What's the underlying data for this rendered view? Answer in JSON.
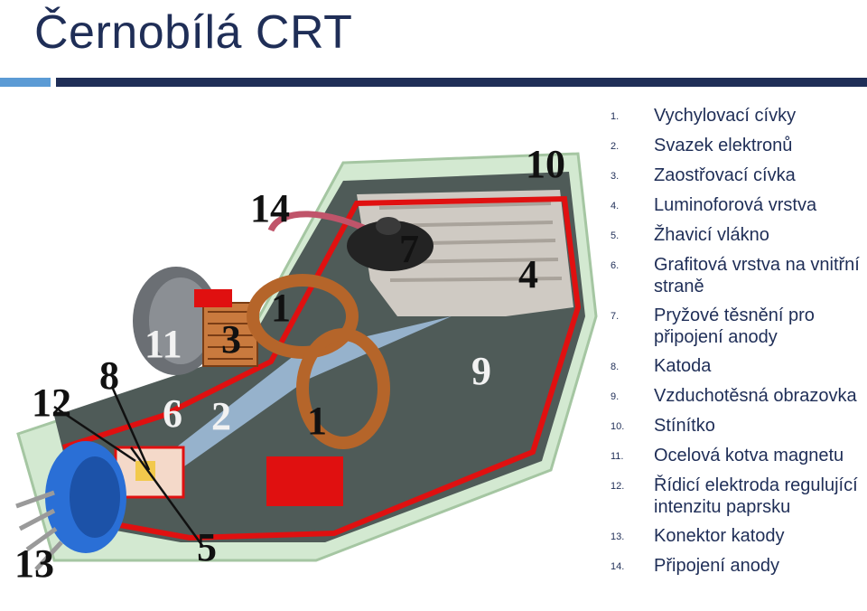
{
  "title": "Černobílá CRT",
  "legend": [
    {
      "num": "1.",
      "text": "Vychylovací cívky"
    },
    {
      "num": "2.",
      "text": "Svazek elektronů"
    },
    {
      "num": "3.",
      "text": "Zaostřovací cívka"
    },
    {
      "num": "4.",
      "text": "Luminoforová vrstva"
    },
    {
      "num": "5.",
      "text": "Žhavicí vlákno"
    },
    {
      "num": "6.",
      "text": "Grafitová vrstva na vnitřní straně"
    },
    {
      "num": "7.",
      "text": "Pryžové těsnění pro připojení anody"
    },
    {
      "num": "8.",
      "text": "Katoda"
    },
    {
      "num": "9.",
      "text": "Vzduchotěsná obrazovka"
    },
    {
      "num": "10.",
      "text": "Stínítko"
    },
    {
      "num": "11.",
      "text": "Ocelová kotva magnetu"
    },
    {
      "num": "12.",
      "text": "Řídicí elektroda regulující intenzitu paprsku"
    },
    {
      "num": "13.",
      "text": "Konektor katody"
    },
    {
      "num": "14.",
      "text": "Připojení anody"
    }
  ],
  "labels": {
    "l1a": "1",
    "l1b": "1",
    "l2": "2",
    "l3": "3",
    "l4": "4",
    "l5": "5",
    "l6": "6",
    "l7": "7",
    "l8": "8",
    "l9": "9",
    "l10": "10",
    "l11": "11",
    "l12": "12",
    "l13": "13",
    "l14": "14"
  },
  "colors": {
    "title": "#1f2e57",
    "accent_bar": "#5b9bd5",
    "dark_bar": "#1f2e57",
    "tube_outline": "#e01010",
    "coil": "#b5652a",
    "beam": "#9dbbd9",
    "glass": "#c8e6c8"
  }
}
